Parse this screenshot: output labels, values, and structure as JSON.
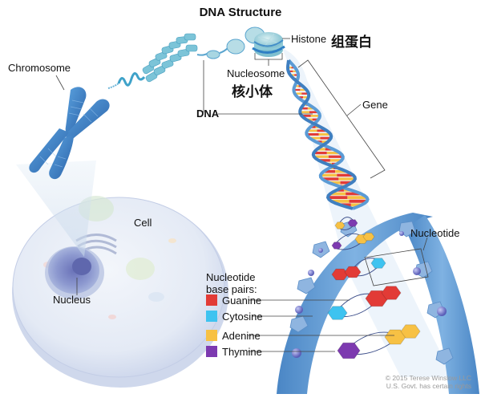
{
  "title": "DNA Structure",
  "labels": {
    "chromosome": "Chromosome",
    "histone": "Histone",
    "histone_cn": "组蛋白",
    "nucleosome": "Nucleosome",
    "nucleosome_cn": "核小体",
    "dna": "DNA",
    "gene": "Gene",
    "cell": "Cell",
    "nucleus": "Nucleus",
    "nucleotide": "Nucleotide"
  },
  "legend": {
    "title_line1": "Nucleotide",
    "title_line2": "base pairs:",
    "items": [
      {
        "label": "Guanine",
        "color": "#e23b36"
      },
      {
        "label": "Cytosine",
        "color": "#3ec3f0"
      },
      {
        "label": "Adenine",
        "color": "#f7c144"
      },
      {
        "label": "Thymine",
        "color": "#7d3ab0"
      }
    ]
  },
  "copyright": {
    "line1": "© 2015 Terese Winslow LLC",
    "line2": "U.S. Govt. has certain rights"
  },
  "colors": {
    "backbone": "#5b9bd5",
    "backbone_dark": "#3f7fc0",
    "chromosome": "#3b7fc4",
    "cell": "#e6ecf6",
    "nucleus": "#7f8fc9"
  }
}
